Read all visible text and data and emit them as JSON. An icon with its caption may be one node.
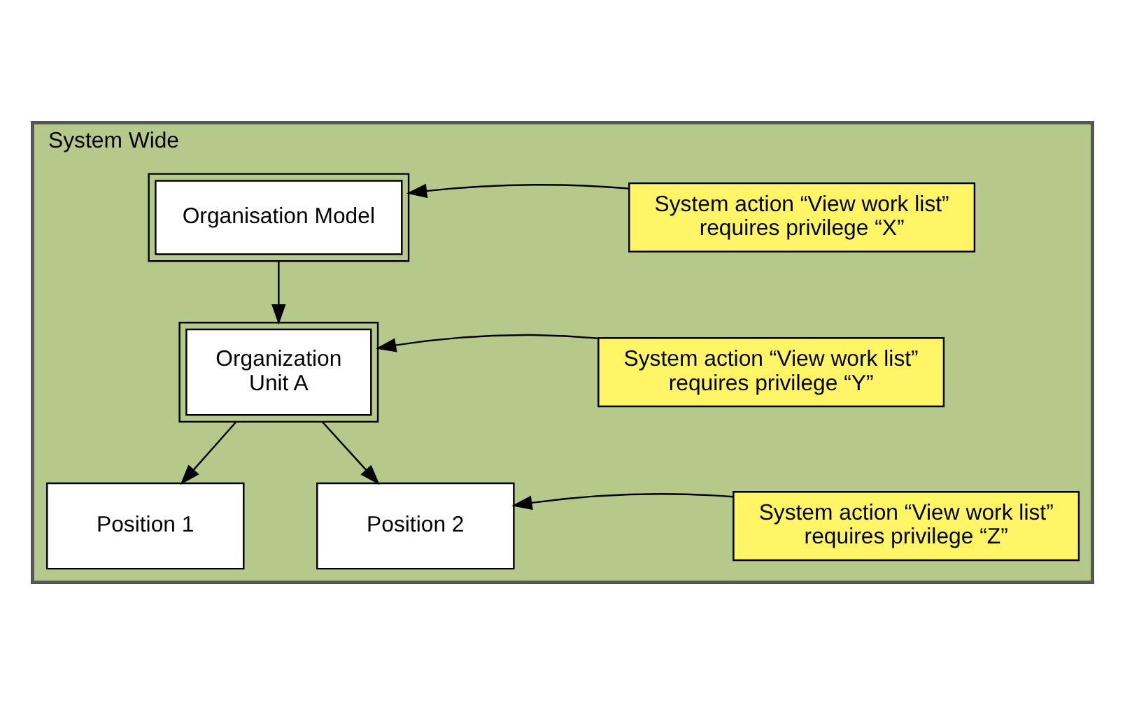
{
  "diagram": {
    "nodes": [
      {
        "text": [
          "System Wide"
        ]
      },
      {
        "text": [
          "Organisation Model"
        ],
        "in": 0
      },
      {
        "text": [
          "System action “View work list” requires privilege “X”"
        ],
        "in": 0
      },
      {
        "text": [
          "Organization Unit A"
        ],
        "in": 0
      },
      {
        "text": [
          "System action “View work list” requires privilege “Y”"
        ],
        "in": 0
      },
      {
        "text": [
          "Position 1"
        ],
        "in": 0
      },
      {
        "text": [
          "Position 2"
        ],
        "in": 0
      },
      {
        "text": [
          "System action “View work list” requires privilege “Z”"
        ],
        "in": 0
      }
    ],
    "edges": [
      {
        "from": 1,
        "to": 3,
        "arrow": "to"
      },
      {
        "from": 3,
        "to": 5,
        "arrow": "to"
      },
      {
        "from": 3,
        "to": 6,
        "arrow": "to"
      },
      {
        "from": 2,
        "to": 1,
        "arrow": "to"
      },
      {
        "from": 4,
        "to": 3,
        "arrow": "to"
      },
      {
        "from": 7,
        "to": 6,
        "arrow": "to"
      }
    ]
  }
}
